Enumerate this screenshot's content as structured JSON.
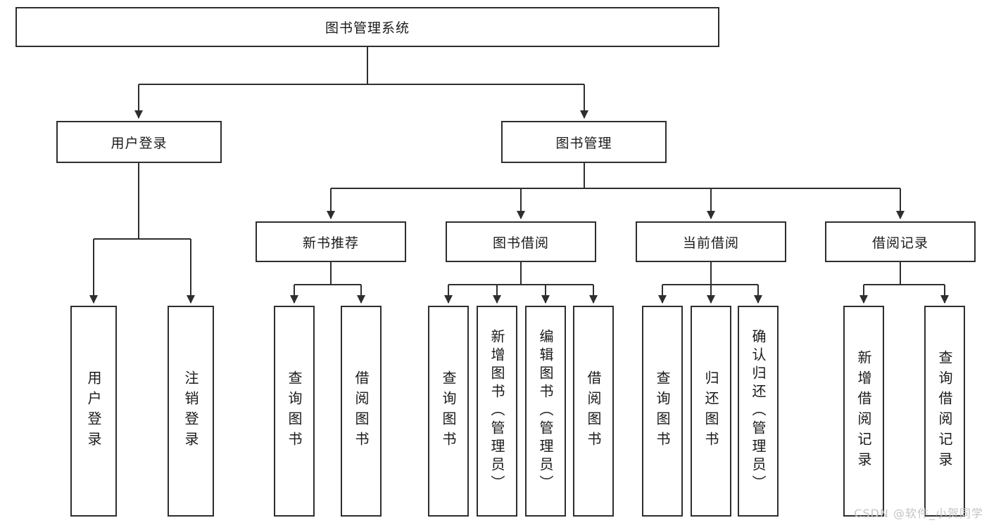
{
  "diagram": {
    "root": "图书管理系统",
    "branches": [
      {
        "label": "用户登录",
        "leaves": [
          "用户登录",
          "注销登录"
        ]
      },
      {
        "label": "图书管理",
        "groups": [
          {
            "label": "新书推荐",
            "leaves": [
              "查询图书",
              "借阅图书"
            ]
          },
          {
            "label": "图书借阅",
            "leaves": [
              "查询图书",
              "新增图书（管理员）",
              "编辑图书（管理员）",
              "借阅图书"
            ]
          },
          {
            "label": "当前借阅",
            "leaves": [
              "查询图书",
              "归还图书",
              "确认归还（管理员）"
            ]
          },
          {
            "label": "借阅记录",
            "leaves": [
              "新增借阅记录",
              "查询借阅记录"
            ]
          }
        ]
      }
    ]
  },
  "watermark": "CSDN @软件_小贺同学",
  "colors": {
    "border": "#2e2e2e",
    "line": "#2e2e2e",
    "text": "#1a1a1a",
    "watermark": "#c4c4c4",
    "background": "#ffffff"
  }
}
